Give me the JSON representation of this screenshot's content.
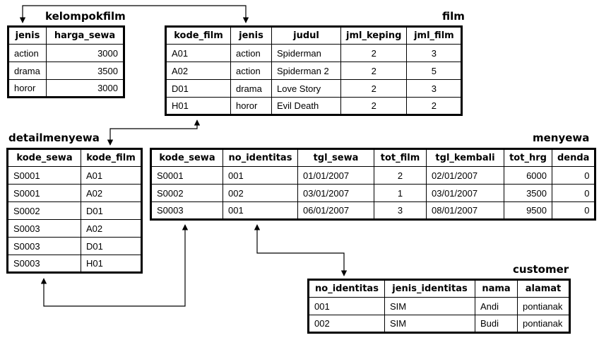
{
  "tables": {
    "kelompokfilm": {
      "title": "kelompokfilm",
      "columns": [
        "jenis",
        "harga_sewa"
      ],
      "rows": [
        [
          "action",
          "3000"
        ],
        [
          "drama",
          "3500"
        ],
        [
          "horor",
          "3000"
        ]
      ]
    },
    "film": {
      "title": "film",
      "columns": [
        "kode_film",
        "jenis",
        "judul",
        "jml_keping",
        "jml_film"
      ],
      "rows": [
        [
          "A01",
          "action",
          "Spiderman",
          "2",
          "3"
        ],
        [
          "A02",
          "action",
          "Spiderman 2",
          "2",
          "5"
        ],
        [
          "D01",
          "drama",
          "Love Story",
          "2",
          "3"
        ],
        [
          "H01",
          "horor",
          "Evil Death",
          "2",
          "2"
        ]
      ]
    },
    "detailmenyewa": {
      "title": "detailmenyewa",
      "columns": [
        "kode_sewa",
        "kode_film"
      ],
      "rows": [
        [
          "S0001",
          "A01"
        ],
        [
          "S0001",
          "A02"
        ],
        [
          "S0002",
          "D01"
        ],
        [
          "S0003",
          "A02"
        ],
        [
          "S0003",
          "D01"
        ],
        [
          "S0003",
          "H01"
        ]
      ]
    },
    "menyewa": {
      "title": "menyewa",
      "columns": [
        "kode_sewa",
        "no_identitas",
        "tgl_sewa",
        "tot_film",
        "tgl_kembali",
        "tot_hrg",
        "denda"
      ],
      "rows": [
        [
          "S0001",
          "001",
          "01/01/2007",
          "2",
          "02/01/2007",
          "6000",
          "0"
        ],
        [
          "S0002",
          "002",
          "03/01/2007",
          "1",
          "03/01/2007",
          "3500",
          "0"
        ],
        [
          "S0003",
          "001",
          "06/01/2007",
          "3",
          "08/01/2007",
          "9500",
          "0"
        ]
      ]
    },
    "customer": {
      "title": "customer",
      "columns": [
        "no_identitas",
        "jenis_identitas",
        "nama",
        "alamat"
      ],
      "rows": [
        [
          "001",
          "SIM",
          "Andi",
          "pontianak"
        ],
        [
          "002",
          "SIM",
          "Budi",
          "pontianak"
        ]
      ]
    }
  }
}
